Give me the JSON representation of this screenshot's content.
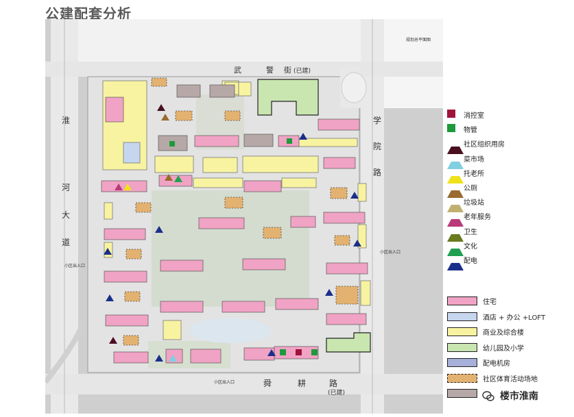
{
  "title": "公建配套分析",
  "map": {
    "north_note": "规划总平面图",
    "road_labels": {
      "top_road": [
        "武",
        "警",
        "街",
        "(已建)"
      ],
      "right_road": [
        "学",
        "院",
        "路"
      ],
      "left_road": [
        "淮",
        "河",
        "大",
        "道"
      ],
      "bottom_road": [
        "舜",
        "耕",
        "路",
        "(已建)"
      ]
    },
    "entrances": [
      "小区出入口",
      "小区出入口",
      "小区出入口"
    ]
  },
  "legend_points": [
    {
      "label": "消控室",
      "color": "#a0123a",
      "shape": "square"
    },
    {
      "label": "物管",
      "color": "#1e9a3c",
      "shape": "square"
    },
    {
      "label": "社区组织用房",
      "color": "#4a1020",
      "shape": "triangle"
    },
    {
      "label": "菜市场",
      "color": "#7fd0e0",
      "shape": "triangle"
    },
    {
      "label": "托老所",
      "color": "#f0e21a",
      "shape": "triangle"
    },
    {
      "label": "公厕",
      "color": "#9a6a30",
      "shape": "triangle"
    },
    {
      "label": "垃圾站",
      "color": "#c0b070",
      "shape": "triangle"
    },
    {
      "label": "老年服务",
      "color": "#b83a7a",
      "shape": "triangle"
    },
    {
      "label": "卫生",
      "color": "#6a7a20",
      "shape": "triangle"
    },
    {
      "label": "文化",
      "color": "#1fa050",
      "shape": "triangle"
    },
    {
      "label": "配电",
      "color": "#1a2f8a",
      "shape": "triangle"
    }
  ],
  "legend_zones": [
    {
      "label": "住宅",
      "color": "#f0a3c4"
    },
    {
      "label": "酒店 + 办公 +LOFT",
      "color": "#c6d6ef"
    },
    {
      "label": "商业及综合楼",
      "color": "#f8f3a0"
    },
    {
      "label": "幼儿园及小学",
      "color": "#c9e6b0"
    },
    {
      "label": "配电机房",
      "color": "#a6b0d8"
    },
    {
      "label": "社区体育活动场地",
      "color": "#e3b170"
    },
    {
      "label": "",
      "color": "#b7a8a8"
    }
  ],
  "watermark": "楼市淮南",
  "colors": {
    "residential": "#f0a3c4",
    "commercial": "#f8f3a0",
    "school": "#c9e6b0",
    "sports": "#e3b170",
    "office": "#c6d6ef",
    "ground": "#e4e4e4",
    "road": "#ededed",
    "green": "#d7dfd4"
  }
}
